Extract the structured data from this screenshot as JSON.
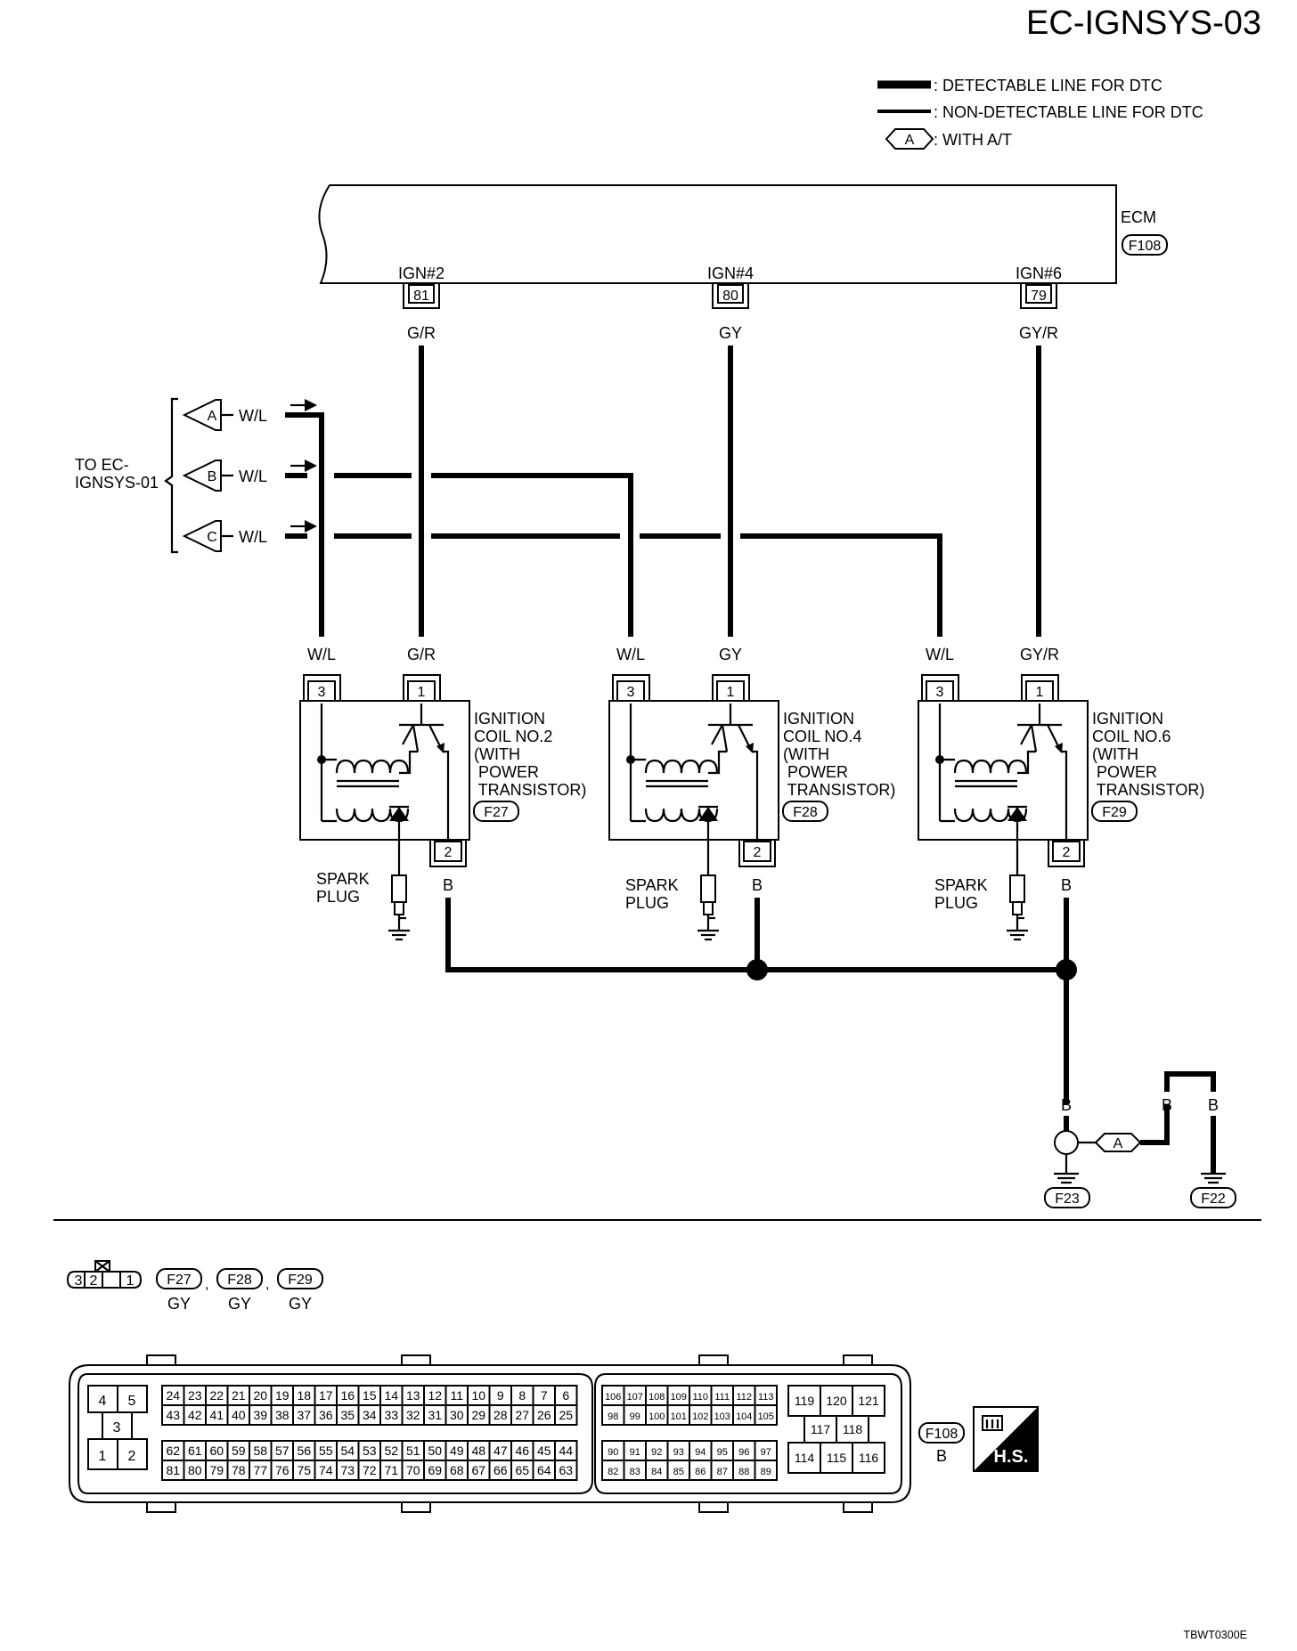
{
  "page": {
    "title": "EC-IGNSYS-03",
    "figure_code": "TBWT0300E"
  },
  "legend": {
    "detectable": ": DETECTABLE LINE FOR DTC",
    "non_detectable": ": NON-DETECTABLE LINE FOR DTC",
    "option_symbol": "A",
    "option_text": ": WITH A/T"
  },
  "ecm": {
    "label": "ECM",
    "connector": "F108",
    "terminals": [
      {
        "signal": "IGN#2",
        "pin": "81",
        "wire": "G/R"
      },
      {
        "signal": "IGN#4",
        "pin": "80",
        "wire": "GY"
      },
      {
        "signal": "IGN#6",
        "pin": "79",
        "wire": "GY/R"
      }
    ]
  },
  "to_other": {
    "label_line1": "TO EC-",
    "label_line2": "IGNSYS-01",
    "lines": [
      {
        "symbol": "A",
        "wire": "W/L"
      },
      {
        "symbol": "B",
        "wire": "W/L"
      },
      {
        "symbol": "C",
        "wire": "W/L"
      }
    ]
  },
  "coils": [
    {
      "name_lines": [
        "IGNITION",
        "COIL NO.2",
        "(WITH",
        " POWER",
        " TRANSISTOR)"
      ],
      "connector": "F27",
      "pin_supply": "3",
      "pin_signal": "1",
      "pin_ground": "2",
      "wire_supply": "W/L",
      "wire_signal": "G/R",
      "wire_ground": "B",
      "plug_line1": "SPARK",
      "plug_line2": "PLUG"
    },
    {
      "name_lines": [
        "IGNITION",
        "COIL NO.4",
        "(WITH",
        " POWER",
        " TRANSISTOR)"
      ],
      "connector": "F28",
      "pin_supply": "3",
      "pin_signal": "1",
      "pin_ground": "2",
      "wire_supply": "W/L",
      "wire_signal": "GY",
      "wire_ground": "B",
      "plug_line1": "SPARK",
      "plug_line2": "PLUG"
    },
    {
      "name_lines": [
        "IGNITION",
        "COIL NO.6",
        "(WITH",
        " POWER",
        " TRANSISTOR)"
      ],
      "connector": "F29",
      "pin_supply": "3",
      "pin_signal": "1",
      "pin_ground": "2",
      "wire_supply": "W/L",
      "wire_signal": "GY/R",
      "wire_ground": "B",
      "plug_line1": "SPARK",
      "plug_line2": "PLUG"
    }
  ],
  "grounds": {
    "wire_main": "B",
    "wire_a1": "B",
    "wire_a2": "B",
    "option_symbol": "A",
    "ground1": "F23",
    "ground2": "F22"
  },
  "connector_views": {
    "small": {
      "pins": [
        "3",
        "2",
        "1"
      ],
      "items": [
        {
          "id": "F27",
          "color": "GY",
          "sep": ","
        },
        {
          "id": "F28",
          "color": "GY",
          "sep": ","
        },
        {
          "id": "F29",
          "color": "GY",
          "sep": ""
        }
      ]
    },
    "ecm": {
      "id": "F108",
      "color": "B",
      "badge": "H.S.",
      "left_pins": [
        "4",
        "5",
        "3",
        "1",
        "2"
      ],
      "row1": [
        "24",
        "23",
        "22",
        "21",
        "20",
        "19",
        "18",
        "17",
        "16",
        "15",
        "14",
        "13",
        "12",
        "11",
        "10",
        "9",
        "8",
        "7",
        "6"
      ],
      "row2": [
        "43",
        "42",
        "41",
        "40",
        "39",
        "38",
        "37",
        "36",
        "35",
        "34",
        "33",
        "32",
        "31",
        "30",
        "29",
        "28",
        "27",
        "26",
        "25"
      ],
      "row3": [
        "62",
        "61",
        "60",
        "59",
        "58",
        "57",
        "56",
        "55",
        "54",
        "53",
        "52",
        "51",
        "50",
        "49",
        "48",
        "47",
        "46",
        "45",
        "44"
      ],
      "row4": [
        "81",
        "80",
        "79",
        "78",
        "77",
        "76",
        "75",
        "74",
        "73",
        "72",
        "71",
        "70",
        "69",
        "68",
        "67",
        "66",
        "65",
        "64",
        "63"
      ],
      "mid_row1": [
        "106",
        "107",
        "108",
        "109",
        "110",
        "111",
        "112",
        "113"
      ],
      "mid_row2": [
        "98",
        "99",
        "100",
        "101",
        "102",
        "103",
        "104",
        "105"
      ],
      "mid_row3": [
        "90",
        "91",
        "92",
        "93",
        "94",
        "95",
        "96",
        "97"
      ],
      "mid_row4": [
        "82",
        "83",
        "84",
        "85",
        "86",
        "87",
        "88",
        "89"
      ],
      "right_top": [
        "119",
        "120",
        "121"
      ],
      "right_mid": [
        "117",
        "118"
      ],
      "right_bot": [
        "114",
        "115",
        "116"
      ]
    }
  }
}
